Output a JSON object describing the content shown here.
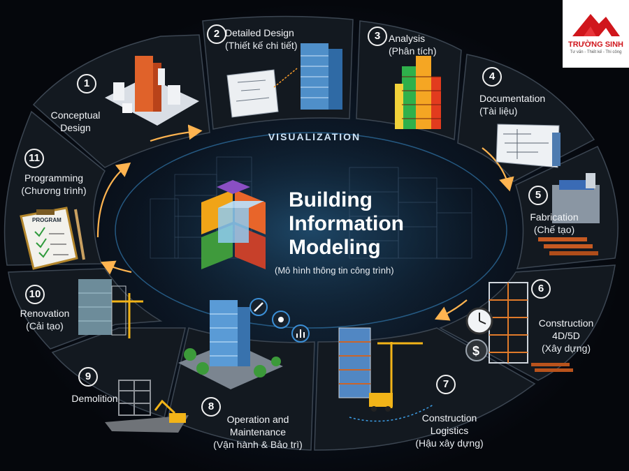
{
  "logo": {
    "brand": "TRƯỜNG SINH",
    "tagline": "Tư vấn - Thiết kế - Thi công",
    "roof_color": "#d0161c"
  },
  "center": {
    "ring_label": "VISUALIZATION",
    "title_lines": [
      "Building",
      "Information",
      "Modeling"
    ],
    "subtitle": "(Mô hình thông tin công trình)"
  },
  "colors": {
    "accent": "#f59a2a",
    "panel": "#141a22",
    "panel_border": "#3a4350"
  },
  "stages": [
    {
      "number": "1",
      "title": "Conceptual\nDesign",
      "subtitle": "",
      "icon": "city-blocks-icon"
    },
    {
      "number": "2",
      "title": "Detailed Design",
      "subtitle": "(Thiết kế chi tiết)",
      "icon": "blueprint-tower-icon"
    },
    {
      "number": "3",
      "title": "Analysis",
      "subtitle": "(Phân tích)",
      "icon": "heatmap-building-icon"
    },
    {
      "number": "4",
      "title": "Documentation",
      "subtitle": "(Tài liệu)",
      "icon": "drawing-board-icon"
    },
    {
      "number": "5",
      "title": "Fabrication",
      "subtitle": "(Chế tạo)",
      "icon": "fabrication-machine-icon"
    },
    {
      "number": "6",
      "title": "Construction\n4D/5D",
      "subtitle": "(Xây dựng)",
      "icon": "building-frame-clock-icon"
    },
    {
      "number": "7",
      "title": "Construction\nLogistics",
      "subtitle": "(Hậu xây dựng)",
      "icon": "crane-truck-icon"
    },
    {
      "number": "8",
      "title": "Operation and\nMaintenance",
      "subtitle": "(Vận hành & Bảo trì)",
      "icon": "park-tower-icon"
    },
    {
      "number": "9",
      "title": "Demolition",
      "subtitle": "",
      "icon": "excavator-icon"
    },
    {
      "number": "10",
      "title": "Renovation",
      "subtitle": "(Cải tạo)",
      "icon": "scaffold-crane-icon"
    },
    {
      "number": "11",
      "title": "Programming",
      "subtitle": "(Chương trình)",
      "icon": "clipboard-icon"
    }
  ],
  "program_clipboard_label": "PROGRAM"
}
